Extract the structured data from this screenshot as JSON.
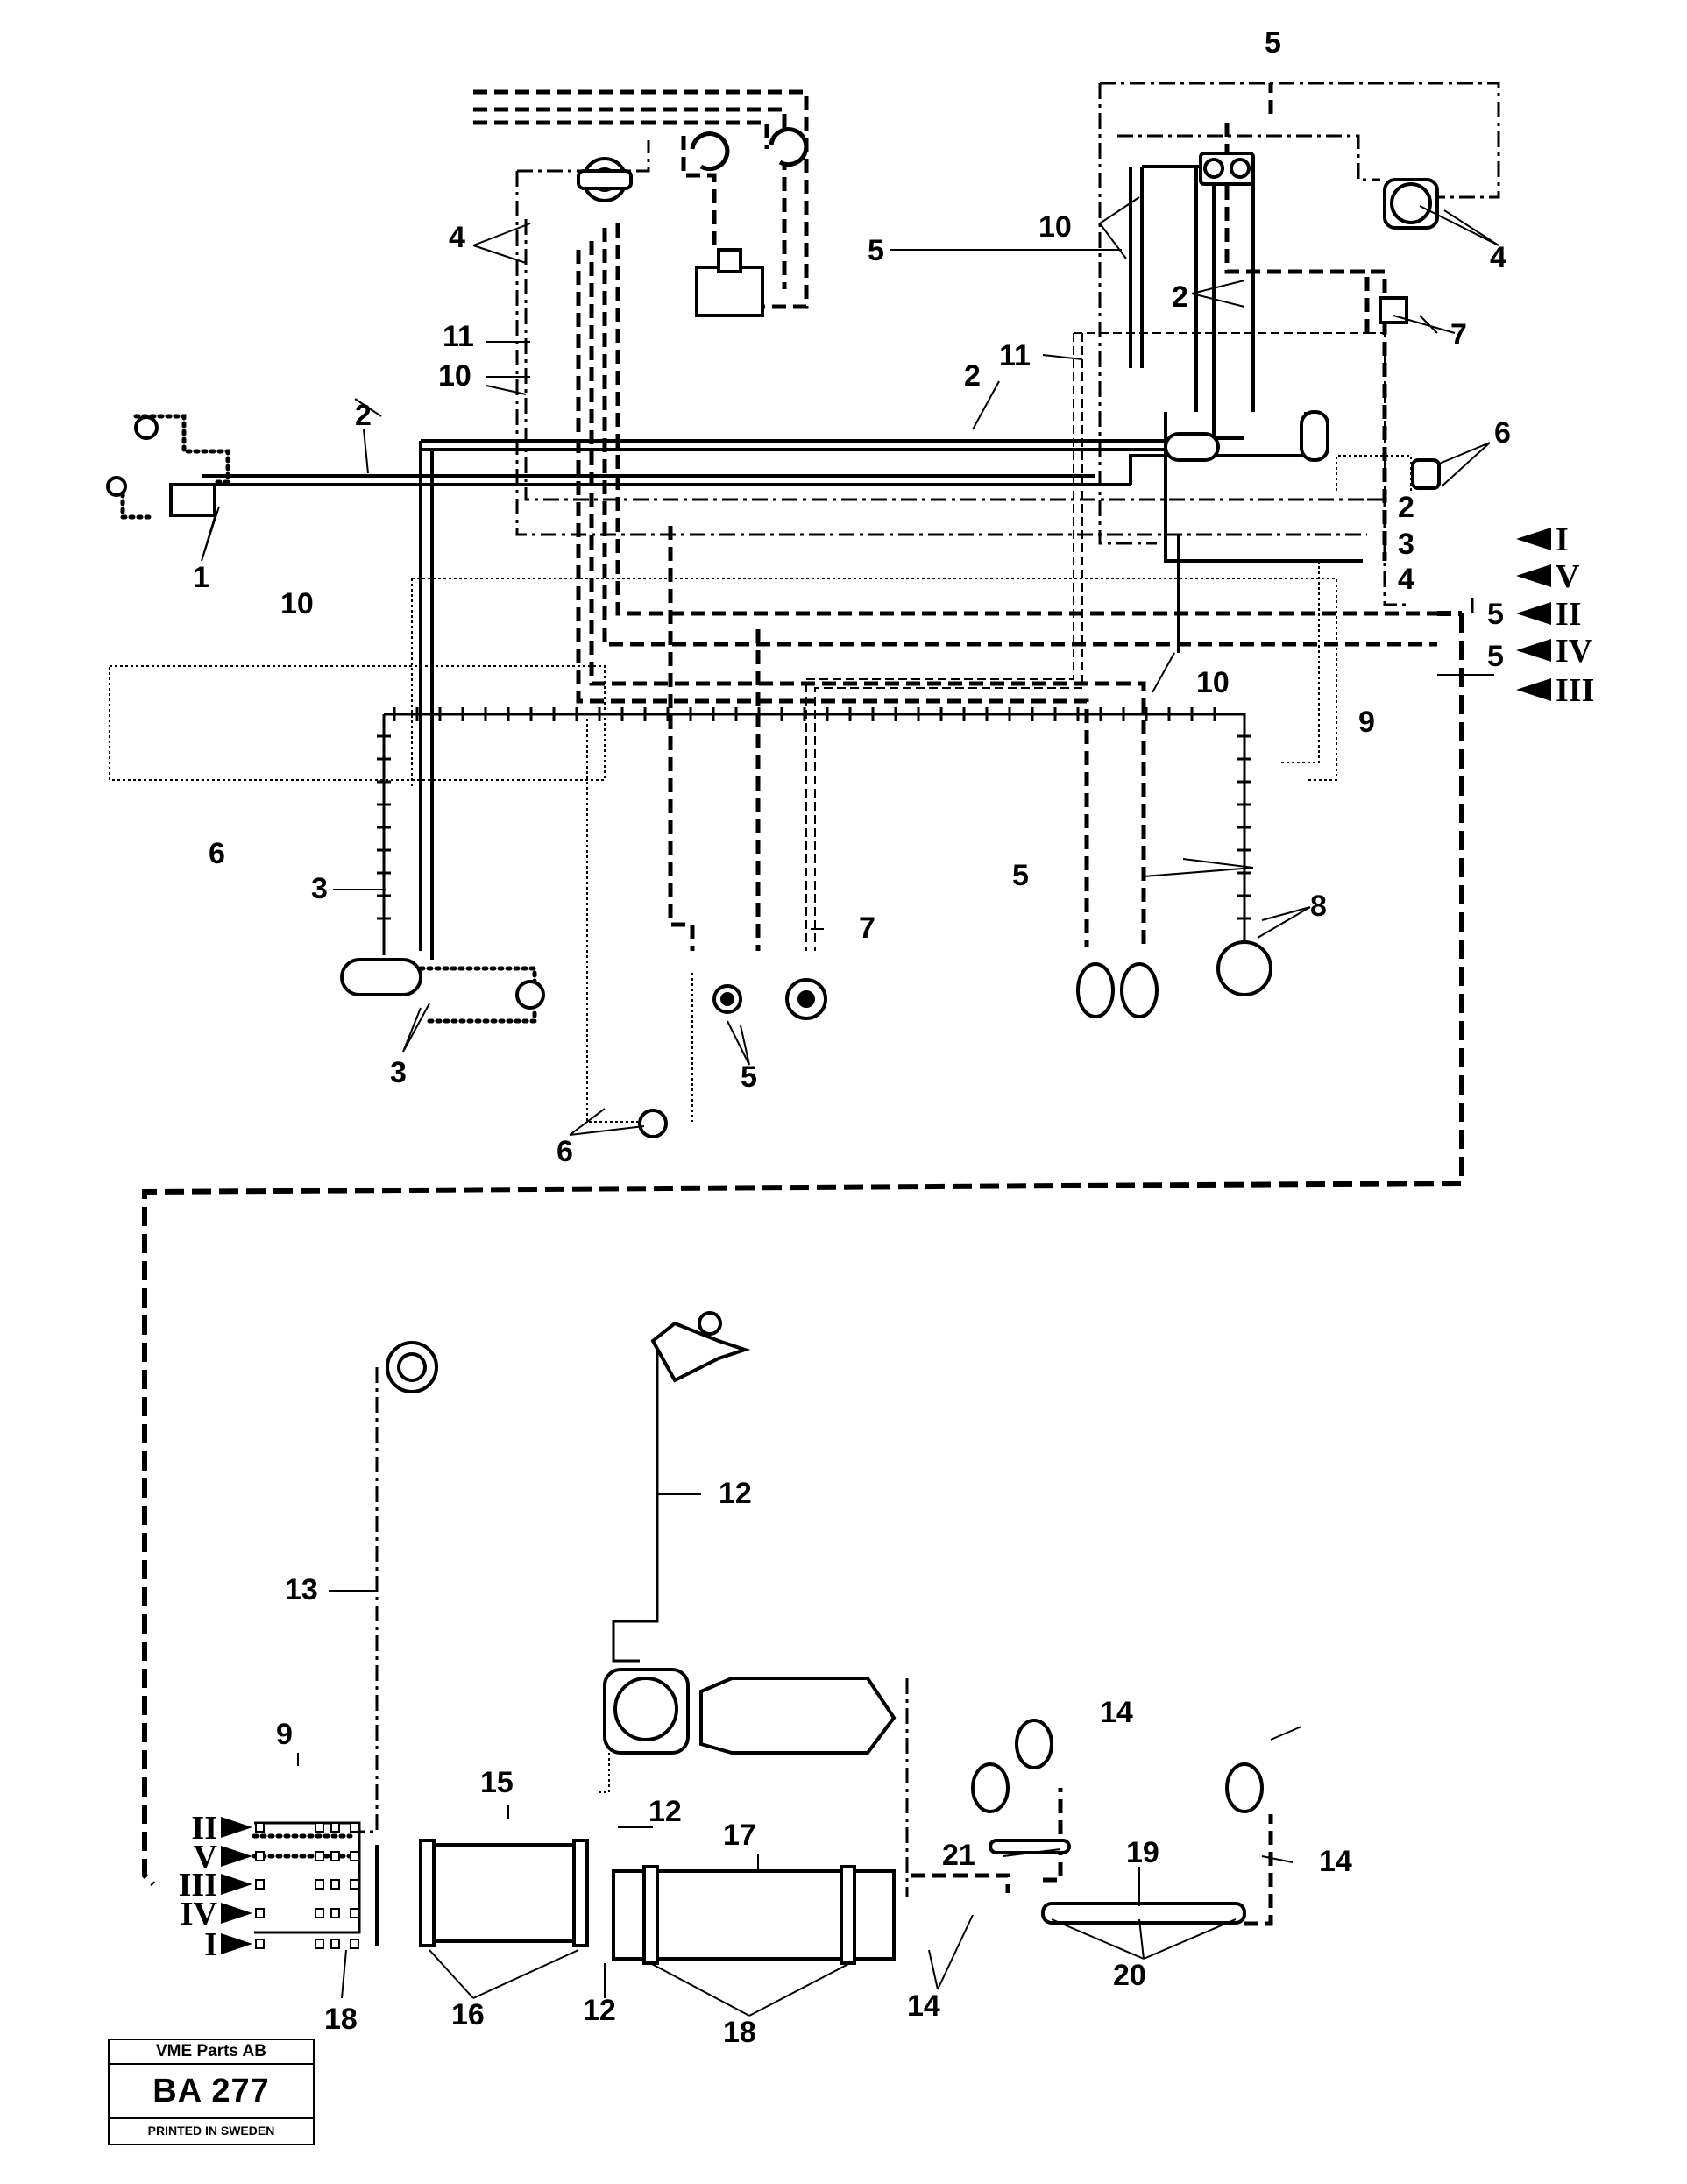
{
  "callouts": {
    "c1": "1",
    "c2a": "2",
    "c2b": "2",
    "c2c": "2",
    "c2d": "2",
    "c3a": "3",
    "c3b": "3",
    "c3c": "3",
    "c4a": "4",
    "c4b": "4",
    "c4c": "4",
    "c5a": "5",
    "c5b": "5",
    "c5c": "5",
    "c5d": "5",
    "c5e": "5",
    "c5f": "5",
    "c6a": "6",
    "c6b": "6",
    "c6c": "6",
    "c7a": "7",
    "c7b": "7",
    "c8": "8",
    "c9a": "9",
    "c9b": "9",
    "c10a": "10",
    "c10b": "10",
    "c10c": "10",
    "c10d": "10",
    "c11a": "11",
    "c11b": "11",
    "c12a": "12",
    "c12b": "12",
    "c12c": "12",
    "c13": "13",
    "c14a": "14",
    "c14b": "14",
    "c14c": "14",
    "c15": "15",
    "c16": "16",
    "c17": "17",
    "c18a": "18",
    "c18b": "18",
    "c19": "19",
    "c20": "20",
    "c21": "21"
  },
  "connectors_right": [
    "I",
    "V",
    "II",
    "IV",
    "III"
  ],
  "connectors_left": [
    "II",
    "V",
    "III",
    "IV",
    "I"
  ],
  "stamp": {
    "company": "VME Parts AB",
    "code": "BA 277",
    "printed": "PRINTED IN SWEDEN"
  }
}
